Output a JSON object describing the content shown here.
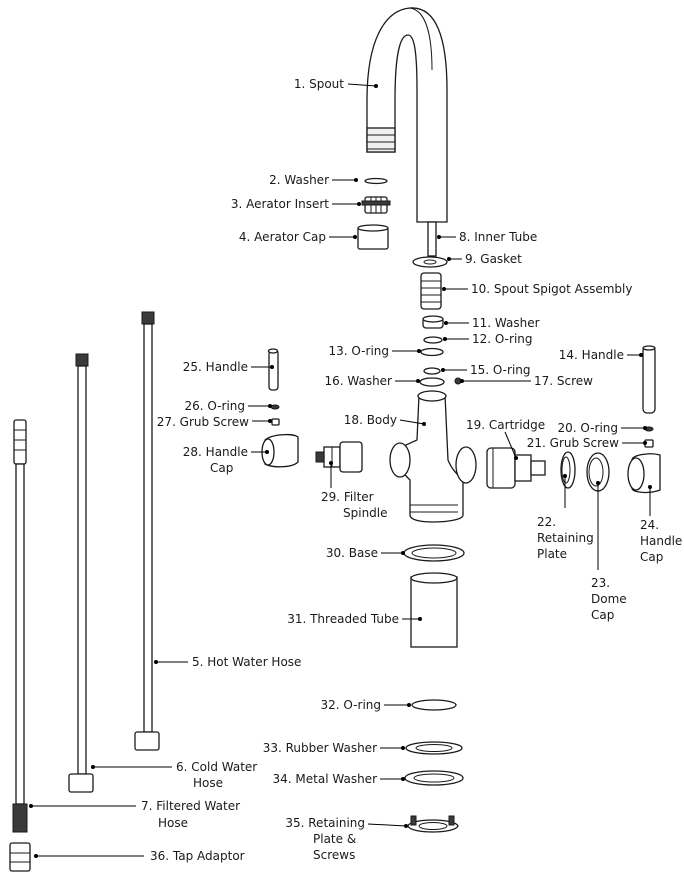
{
  "labels": {
    "p1": "1. Spout",
    "p2": "2. Washer",
    "p3": "3. Aerator Insert",
    "p4": "4. Aerator Cap",
    "p5": "5. Hot Water Hose",
    "p6a": "6. Cold Water",
    "p6b": "Hose",
    "p7a": "7. Filtered Water",
    "p7b": "Hose",
    "p8": "8. Inner Tube",
    "p9": "9. Gasket",
    "p10": "10. Spout Spigot Assembly",
    "p11": "11. Washer",
    "p12": "12. O-ring",
    "p13": "13. O-ring",
    "p14": "14. Handle",
    "p15": "15. O-ring",
    "p16": "16. Washer",
    "p17": "17. Screw",
    "p18": "18. Body",
    "p19": "19. Cartridge",
    "p20": "20. O-ring",
    "p21": "21. Grub Screw",
    "p22a": "22.",
    "p22b": "Retaining",
    "p22c": "Plate",
    "p23a": "23.",
    "p23b": "Dome",
    "p23c": "Cap",
    "p24a": "24.",
    "p24b": "Handle",
    "p24c": "Cap",
    "p25": "25. Handle",
    "p26": "26. O-ring",
    "p27": "27. Grub Screw",
    "p28a": "28. Handle",
    "p28b": "Cap",
    "p29a": "29. Filter",
    "p29b": "Spindle",
    "p30": "30. Base",
    "p31": "31. Threaded Tube",
    "p32": "32. O-ring",
    "p33": "33. Rubber Washer",
    "p34": "34. Metal Washer",
    "p35a": "35. Retaining",
    "p35b": "Plate &",
    "p35c": "Screws",
    "p36": "36. Tap Adaptor"
  }
}
